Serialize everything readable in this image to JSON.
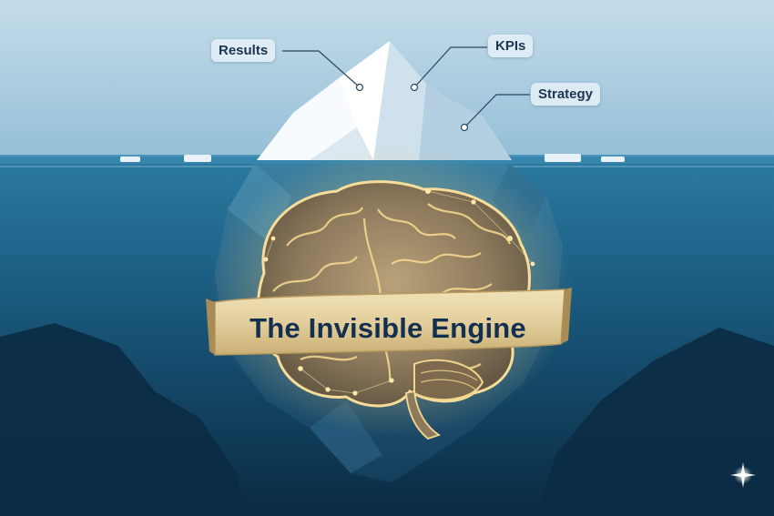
{
  "labels": {
    "results": "Results",
    "kpis": "KPIs",
    "strategy": "Strategy"
  },
  "banner": {
    "title": "The Invisible Engine"
  },
  "colors": {
    "sky_top": "#bcd8e8",
    "sky_bottom": "#8fbcd4",
    "ocean_surface": "#2f7fa6",
    "ocean_deep": "#0b2f48",
    "ice_light": "#f4f9fc",
    "ice_shadow": "#b6d2e4",
    "brain_gold": "#d9b46a",
    "brain_glow": "#ffe39a",
    "banner_gold": "#e3cf9d",
    "text_navy": "#14304f"
  },
  "icons": {
    "sparkle": "sparkle-icon",
    "brain": "brain-illustration",
    "iceberg": "iceberg-illustration"
  }
}
